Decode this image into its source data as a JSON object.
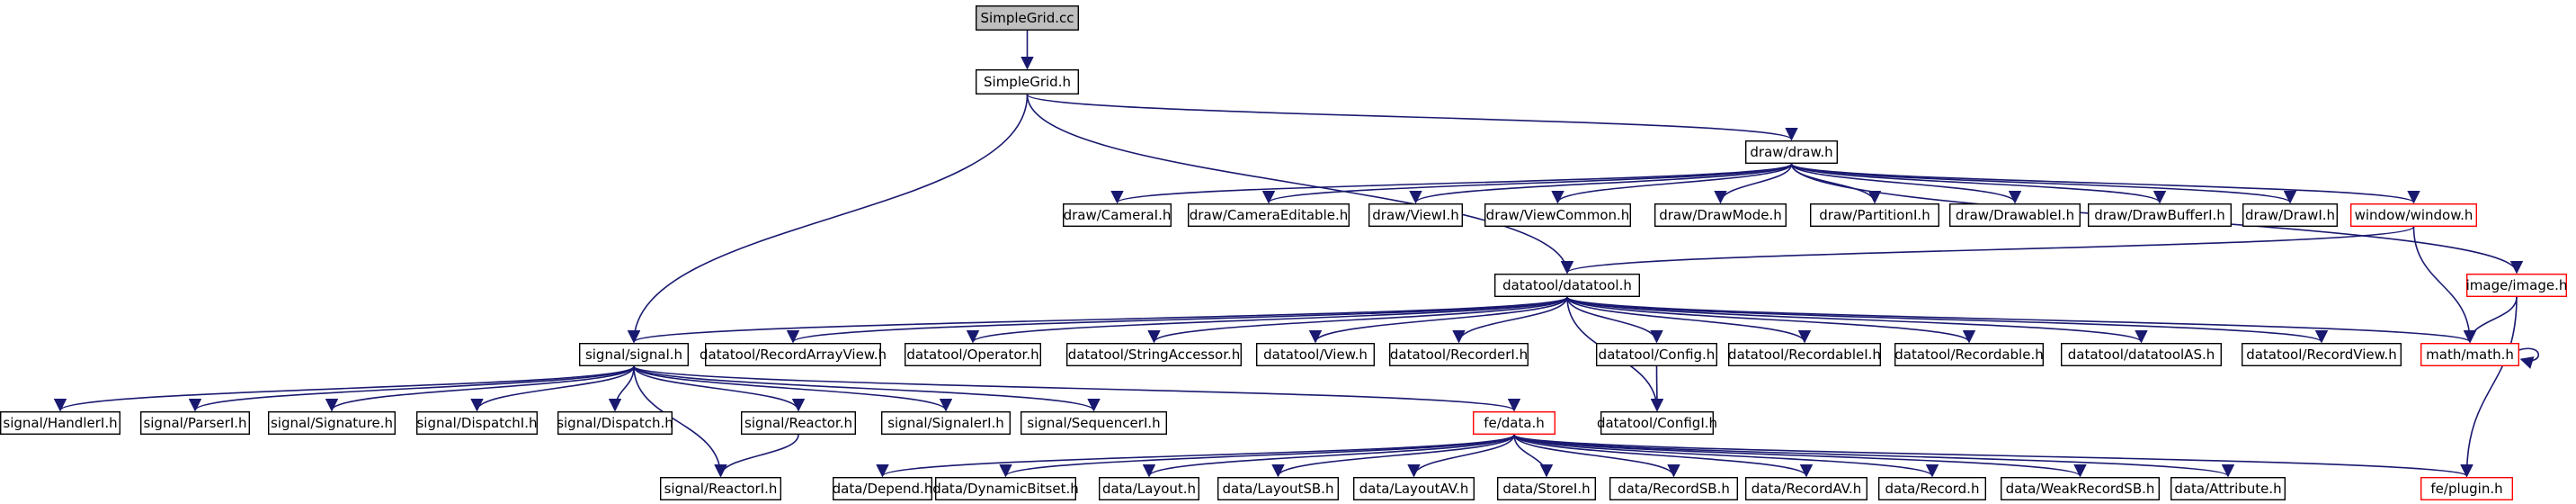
{
  "graph": {
    "nodes": [
      {
        "id": "simplegrid_cc",
        "label": "SimpleGrid.cc",
        "root": true,
        "incomplete": false
      },
      {
        "id": "simplegrid_h",
        "label": "SimpleGrid.h",
        "root": false,
        "incomplete": false
      },
      {
        "id": "draw_h",
        "label": "draw/draw.h",
        "root": false,
        "incomplete": false
      },
      {
        "id": "draw_camerai",
        "label": "draw/CameraI.h",
        "root": false,
        "incomplete": false
      },
      {
        "id": "draw_cameraeditable",
        "label": "draw/CameraEditable.h",
        "root": false,
        "incomplete": false
      },
      {
        "id": "draw_viewi",
        "label": "draw/ViewI.h",
        "root": false,
        "incomplete": false
      },
      {
        "id": "draw_viewcommon",
        "label": "draw/ViewCommon.h",
        "root": false,
        "incomplete": false
      },
      {
        "id": "draw_drawmode",
        "label": "draw/DrawMode.h",
        "root": false,
        "incomplete": false
      },
      {
        "id": "draw_partitioni",
        "label": "draw/PartitionI.h",
        "root": false,
        "incomplete": false
      },
      {
        "id": "draw_drawablei",
        "label": "draw/DrawableI.h",
        "root": false,
        "incomplete": false
      },
      {
        "id": "draw_drawbufferi",
        "label": "draw/DrawBufferI.h",
        "root": false,
        "incomplete": false
      },
      {
        "id": "draw_drawi",
        "label": "draw/DrawI.h",
        "root": false,
        "incomplete": false
      },
      {
        "id": "window_h",
        "label": "window/window.h",
        "root": false,
        "incomplete": true
      },
      {
        "id": "image_h",
        "label": "image/image.h",
        "root": false,
        "incomplete": true
      },
      {
        "id": "datatool_h",
        "label": "datatool/datatool.h",
        "root": false,
        "incomplete": false
      },
      {
        "id": "signal_h",
        "label": "signal/signal.h",
        "root": false,
        "incomplete": false
      },
      {
        "id": "dt_recordarrayview",
        "label": "datatool/RecordArrayView.h",
        "root": false,
        "incomplete": false
      },
      {
        "id": "dt_operator",
        "label": "datatool/Operator.h",
        "root": false,
        "incomplete": false
      },
      {
        "id": "dt_stringaccessor",
        "label": "datatool/StringAccessor.h",
        "root": false,
        "incomplete": false
      },
      {
        "id": "dt_view",
        "label": "datatool/View.h",
        "root": false,
        "incomplete": false
      },
      {
        "id": "dt_recorderi",
        "label": "datatool/RecorderI.h",
        "root": false,
        "incomplete": false
      },
      {
        "id": "dt_config",
        "label": "datatool/Config.h",
        "root": false,
        "incomplete": false
      },
      {
        "id": "dt_recordablei",
        "label": "datatool/RecordableI.h",
        "root": false,
        "incomplete": false
      },
      {
        "id": "dt_recordable",
        "label": "datatool/Recordable.h",
        "root": false,
        "incomplete": false
      },
      {
        "id": "dt_datatoolas",
        "label": "datatool/datatoolAS.h",
        "root": false,
        "incomplete": false
      },
      {
        "id": "dt_recordview",
        "label": "datatool/RecordView.h",
        "root": false,
        "incomplete": false
      },
      {
        "id": "math_h",
        "label": "math/math.h",
        "root": false,
        "incomplete": true
      },
      {
        "id": "sig_handleri",
        "label": "signal/HandlerI.h",
        "root": false,
        "incomplete": false
      },
      {
        "id": "sig_parseri",
        "label": "signal/ParserI.h",
        "root": false,
        "incomplete": false
      },
      {
        "id": "sig_signature",
        "label": "signal/Signature.h",
        "root": false,
        "incomplete": false
      },
      {
        "id": "sig_dispatchi",
        "label": "signal/DispatchI.h",
        "root": false,
        "incomplete": false
      },
      {
        "id": "sig_dispatch",
        "label": "signal/Dispatch.h",
        "root": false,
        "incomplete": false
      },
      {
        "id": "sig_reactor",
        "label": "signal/Reactor.h",
        "root": false,
        "incomplete": false
      },
      {
        "id": "sig_signaleri",
        "label": "signal/SignalerI.h",
        "root": false,
        "incomplete": false
      },
      {
        "id": "sig_sequenceri",
        "label": "signal/SequencerI.h",
        "root": false,
        "incomplete": false
      },
      {
        "id": "fe_data",
        "label": "fe/data.h",
        "root": false,
        "incomplete": true
      },
      {
        "id": "dt_configi",
        "label": "datatool/ConfigI.h",
        "root": false,
        "incomplete": false
      },
      {
        "id": "sig_reactori",
        "label": "signal/ReactorI.h",
        "root": false,
        "incomplete": false
      },
      {
        "id": "data_depend",
        "label": "data/Depend.h",
        "root": false,
        "incomplete": false
      },
      {
        "id": "data_dynamicbitset",
        "label": "data/DynamicBitset.h",
        "root": false,
        "incomplete": false
      },
      {
        "id": "data_layout",
        "label": "data/Layout.h",
        "root": false,
        "incomplete": false
      },
      {
        "id": "data_layoutsb",
        "label": "data/LayoutSB.h",
        "root": false,
        "incomplete": false
      },
      {
        "id": "data_layoutav",
        "label": "data/LayoutAV.h",
        "root": false,
        "incomplete": false
      },
      {
        "id": "data_storei",
        "label": "data/StoreI.h",
        "root": false,
        "incomplete": false
      },
      {
        "id": "data_recordsb",
        "label": "data/RecordSB.h",
        "root": false,
        "incomplete": false
      },
      {
        "id": "data_recordav",
        "label": "data/RecordAV.h",
        "root": false,
        "incomplete": false
      },
      {
        "id": "data_record",
        "label": "data/Record.h",
        "root": false,
        "incomplete": false
      },
      {
        "id": "data_weakrecordsb",
        "label": "data/WeakRecordSB.h",
        "root": false,
        "incomplete": false
      },
      {
        "id": "data_attribute",
        "label": "data/Attribute.h",
        "root": false,
        "incomplete": false
      },
      {
        "id": "fe_plugin",
        "label": "fe/plugin.h",
        "root": false,
        "incomplete": true
      }
    ],
    "edges": [
      [
        "simplegrid_cc",
        "simplegrid_h"
      ],
      [
        "simplegrid_h",
        "draw_h"
      ],
      [
        "simplegrid_h",
        "datatool_h"
      ],
      [
        "simplegrid_h",
        "signal_h"
      ],
      [
        "draw_h",
        "draw_camerai"
      ],
      [
        "draw_h",
        "draw_cameraeditable"
      ],
      [
        "draw_h",
        "draw_viewi"
      ],
      [
        "draw_h",
        "draw_viewcommon"
      ],
      [
        "draw_h",
        "draw_drawmode"
      ],
      [
        "draw_h",
        "draw_partitioni"
      ],
      [
        "draw_h",
        "draw_drawablei"
      ],
      [
        "draw_h",
        "draw_drawbufferi"
      ],
      [
        "draw_h",
        "draw_drawi"
      ],
      [
        "draw_h",
        "window_h"
      ],
      [
        "draw_h",
        "image_h"
      ],
      [
        "window_h",
        "datatool_h"
      ],
      [
        "window_h",
        "math_h"
      ],
      [
        "image_h",
        "math_h"
      ],
      [
        "image_h",
        "fe_plugin"
      ],
      [
        "datatool_h",
        "signal_h"
      ],
      [
        "datatool_h",
        "dt_recordarrayview"
      ],
      [
        "datatool_h",
        "dt_operator"
      ],
      [
        "datatool_h",
        "dt_stringaccessor"
      ],
      [
        "datatool_h",
        "dt_view"
      ],
      [
        "datatool_h",
        "dt_recorderi"
      ],
      [
        "datatool_h",
        "dt_config"
      ],
      [
        "datatool_h",
        "dt_configi"
      ],
      [
        "datatool_h",
        "dt_recordablei"
      ],
      [
        "datatool_h",
        "dt_recordable"
      ],
      [
        "datatool_h",
        "dt_datatoolas"
      ],
      [
        "datatool_h",
        "dt_recordview"
      ],
      [
        "datatool_h",
        "math_h"
      ],
      [
        "dt_config",
        "dt_configi"
      ],
      [
        "math_h",
        "math_h"
      ],
      [
        "signal_h",
        "sig_handleri"
      ],
      [
        "signal_h",
        "sig_parseri"
      ],
      [
        "signal_h",
        "sig_signature"
      ],
      [
        "signal_h",
        "sig_dispatchi"
      ],
      [
        "signal_h",
        "sig_dispatch"
      ],
      [
        "signal_h",
        "sig_reactor"
      ],
      [
        "signal_h",
        "sig_signaleri"
      ],
      [
        "signal_h",
        "sig_sequenceri"
      ],
      [
        "signal_h",
        "sig_reactori"
      ],
      [
        "signal_h",
        "fe_data"
      ],
      [
        "sig_reactor",
        "sig_reactori"
      ],
      [
        "fe_data",
        "data_depend"
      ],
      [
        "fe_data",
        "data_dynamicbitset"
      ],
      [
        "fe_data",
        "data_layout"
      ],
      [
        "fe_data",
        "data_layoutsb"
      ],
      [
        "fe_data",
        "data_layoutav"
      ],
      [
        "fe_data",
        "data_storei"
      ],
      [
        "fe_data",
        "data_recordsb"
      ],
      [
        "fe_data",
        "data_recordav"
      ],
      [
        "fe_data",
        "data_record"
      ],
      [
        "fe_data",
        "data_weakrecordsb"
      ],
      [
        "fe_data",
        "data_attribute"
      ],
      [
        "fe_data",
        "fe_plugin"
      ]
    ]
  }
}
